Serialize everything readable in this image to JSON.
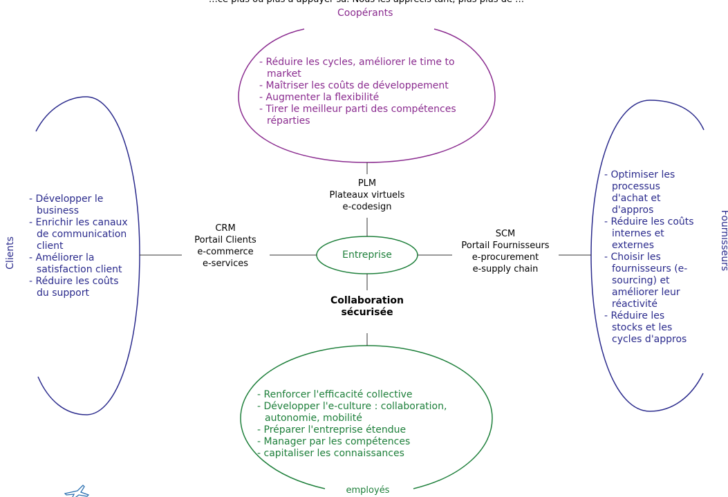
{
  "colors": {
    "cooperants": "#8a2b8f",
    "clients": "#2a2a8c",
    "fournisseurs": "#2a2a8c",
    "employes": "#1d7f3a",
    "entreprise": "#1d7f3a"
  },
  "top_caption": "…ce plus ou plus à appuyer sa. Nous les apprécis tant, plus plus de …",
  "cooperants": {
    "title": "Coopérants",
    "items": [
      "Réduire les cycles, améliorer le time to market",
      "Maîtriser les coûts de développement",
      "Augmenter la flexibilité",
      "Tirer le meilleur parti des compétences réparties"
    ]
  },
  "clients": {
    "title": "Clients",
    "items": [
      "Développer le business",
      "Enrichir les canaux de communication client",
      "Améliorer la satisfaction client",
      "Réduire les coûts du support"
    ]
  },
  "fournisseurs": {
    "title": "Fournisseurs",
    "items": [
      "Optimiser les processus d'achat et d'appros",
      "Réduire les coûts internes et externes",
      "Choisir les fournisseurs (e- sourcing) et améliorer leur réactivité",
      "Réduire les stocks et les cycles d'appros"
    ]
  },
  "employes": {
    "title": "employés",
    "items": [
      "Renforcer l'efficacité collective",
      "Développer l'e-culture : collaboration, autonomie, mobilité",
      "Préparer l'entreprise étendue",
      "Manager par les compétences",
      "capitaliser les connaissances"
    ]
  },
  "center": {
    "label": "Entreprise"
  },
  "plm": {
    "line1": "PLM",
    "line2": "Plateaux virtuels",
    "line3": "e-codesign"
  },
  "crm": {
    "line1": "CRM",
    "line2": "Portail Clients",
    "line3": "e-commerce",
    "line4": "e-services"
  },
  "scm": {
    "line1": "SCM",
    "line2": "Portail Fournisseurs",
    "line3": "e-procurement",
    "line4": "e-supply chain"
  },
  "collab": {
    "line1": "Collaboration",
    "line2": "sécurisée"
  },
  "logo_icon": "plane-icon"
}
